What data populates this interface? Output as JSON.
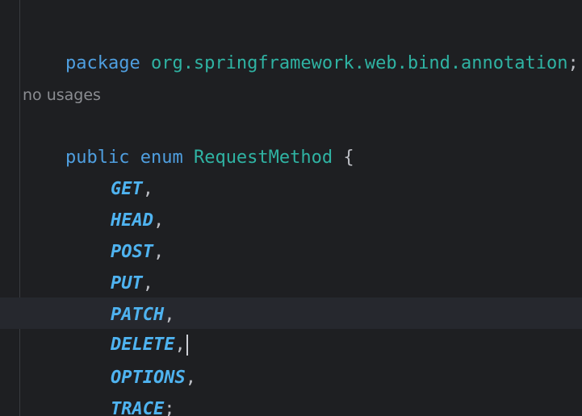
{
  "code": {
    "package_keyword": "package",
    "package_name": "org.springframework.web.bind.annotation",
    "package_terminator": ";",
    "usage_hint": "no usages",
    "decl_public": "public",
    "decl_enum": "enum",
    "decl_name": "RequestMethod",
    "decl_open_brace": "{",
    "constants": [
      {
        "name": "GET",
        "sep": ","
      },
      {
        "name": "HEAD",
        "sep": ","
      },
      {
        "name": "POST",
        "sep": ","
      },
      {
        "name": "PUT",
        "sep": ","
      },
      {
        "name": "PATCH",
        "sep": ","
      },
      {
        "name": "DELETE",
        "sep": ","
      },
      {
        "name": "OPTIONS",
        "sep": ","
      },
      {
        "name": "TRACE",
        "sep": ";"
      }
    ]
  },
  "colors": {
    "background": "#1e1f22",
    "keyword": "#4f9fe0",
    "package": "#2fb3a3",
    "enum_constant": "#4fb3f0",
    "hint": "#8b8d92"
  }
}
